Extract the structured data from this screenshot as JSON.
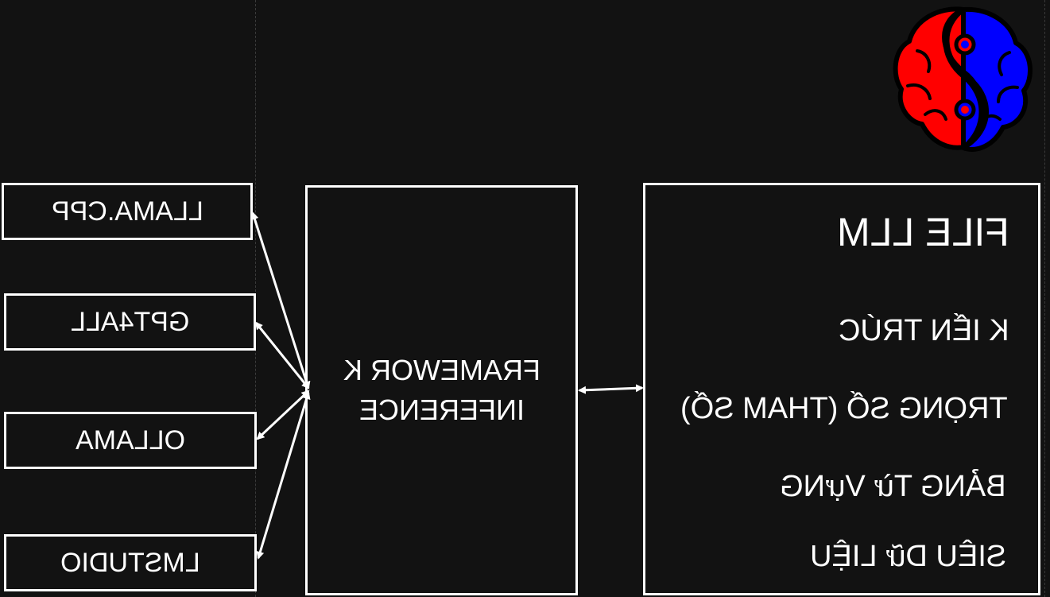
{
  "tools": [
    {
      "label": "LLAMA.CPP"
    },
    {
      "label": "GPT4ALL"
    },
    {
      "label": "OLLAMA"
    },
    {
      "label": "LMSTUDIO"
    }
  ],
  "framework": {
    "line1": "FRAMEWOR K",
    "line2": "INFERENCE"
  },
  "file": {
    "title": "FILE LLM",
    "items": [
      "K IẾN TRÚC",
      "TRỌNG SỐ (THAM SỐ)",
      "BẢNG Từ VựNG",
      "SIÊU Dữ LIỆU"
    ]
  },
  "colors": {
    "background": "#121212",
    "foreground": "#ffffff",
    "logo_red": "#ff0000",
    "logo_blue": "#0000ff"
  },
  "logo": {
    "icon": "brain-yin-yang-icon"
  }
}
